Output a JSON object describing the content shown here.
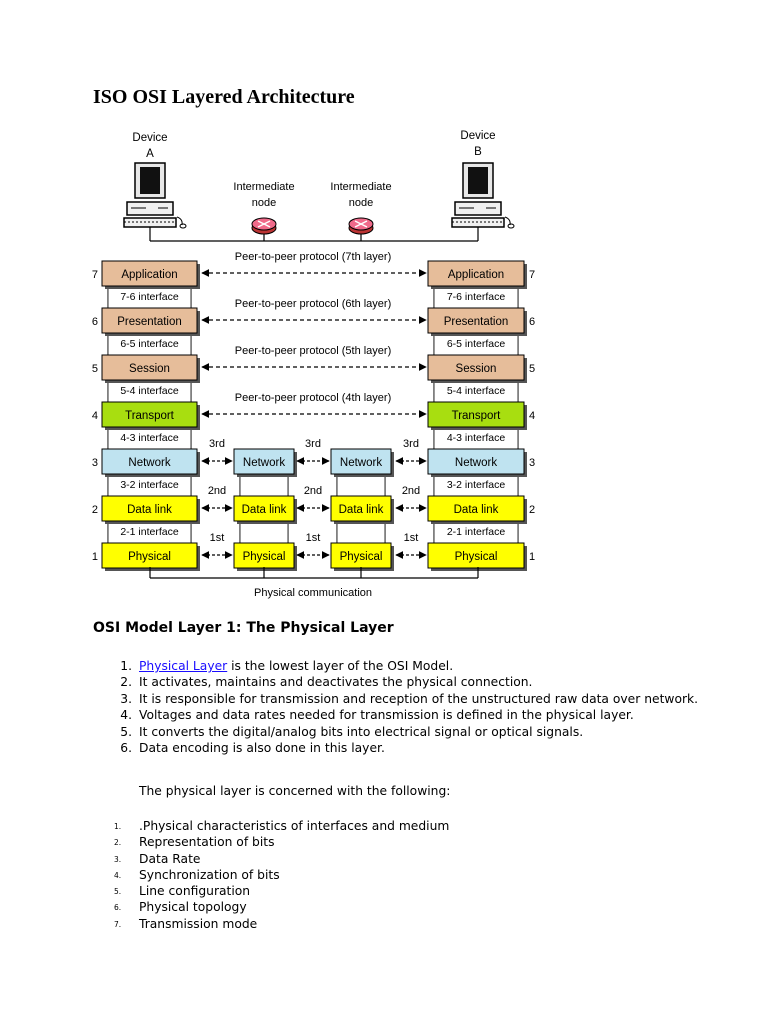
{
  "title": "ISO OSI Layered Architecture",
  "diagram": {
    "device_a": [
      "Device",
      "A"
    ],
    "device_b": [
      "Device",
      "B"
    ],
    "intermediate_node": [
      "Intermediate",
      "node"
    ],
    "layers": [
      {
        "number": "7",
        "name": "Application",
        "color": "#e6bd9a"
      },
      {
        "number": "6",
        "name": "Presentation",
        "color": "#e6bd9a"
      },
      {
        "number": "5",
        "name": "Session",
        "color": "#e6bd9a"
      },
      {
        "number": "4",
        "name": "Transport",
        "color": "#a8de10"
      },
      {
        "number": "3",
        "name": "Network",
        "color": "#bfe3f0"
      },
      {
        "number": "2",
        "name": "Data link",
        "color": "#ffff00"
      },
      {
        "number": "1",
        "name": "Physical",
        "color": "#ffff00"
      }
    ],
    "interfaces": [
      "7-6 interface",
      "6-5 interface",
      "5-4 interface",
      "4-3 interface",
      "3-2 interface",
      "2-1 interface"
    ],
    "peer_protocols": [
      "Peer-to-peer protocol (7th layer)",
      "Peer-to-peer protocol (6th layer)",
      "Peer-to-peer protocol (5th layer)",
      "Peer-to-peer protocol (4th layer)"
    ],
    "hop_labels": [
      "3rd",
      "2nd",
      "1st"
    ],
    "physical_communication": "Physical communication"
  },
  "section_heading": "OSI Model Layer 1: The Physical Layer",
  "list_one": [
    {
      "number": "1.",
      "link": "Physical Layer",
      "text": " is the lowest layer of the OSI Model."
    },
    {
      "number": "2.",
      "text": "It activates, maintains and deactivates the physical connection."
    },
    {
      "number": "3.",
      "text": "It is responsible for transmission and reception of the unstructured raw data over network."
    },
    {
      "number": "4.",
      "text": "Voltages and data rates needed for transmission is defined in the physical layer."
    },
    {
      "number": "5.",
      "text": "It converts the digital/analog bits into electrical signal or optical signals."
    },
    {
      "number": "6.",
      "text": "Data encoding is also done in this layer."
    }
  ],
  "intro": "The physical layer is concerned with the following:",
  "list_two": [
    {
      "number": "1.",
      "text": ".Physical characteristics of interfaces and medium"
    },
    {
      "number": "2.",
      "text": "Representation of bits"
    },
    {
      "number": "3.",
      "text": "Data Rate"
    },
    {
      "number": "4.",
      "text": "Synchronization of bits"
    },
    {
      "number": "5.",
      "text": "Line configuration"
    },
    {
      "number": "6.",
      "text": "Physical topology"
    },
    {
      "number": "7.",
      "text": "Transmission mode"
    }
  ]
}
